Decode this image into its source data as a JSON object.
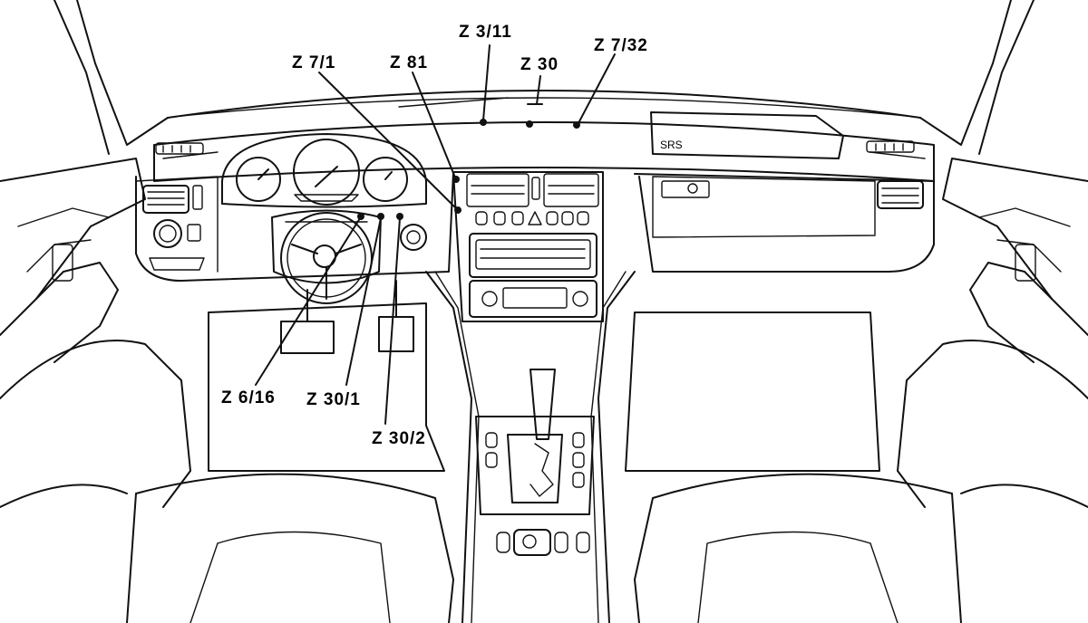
{
  "diagram": {
    "callouts": [
      {
        "id": "z3-11",
        "label": "Z 3/11"
      },
      {
        "id": "z7-32",
        "label": "Z 7/32"
      },
      {
        "id": "z30",
        "label": "Z 30"
      },
      {
        "id": "z7-1",
        "label": "Z 7/1"
      },
      {
        "id": "z81",
        "label": "Z 81"
      },
      {
        "id": "z6-16",
        "label": "Z 6/16"
      },
      {
        "id": "z30-1",
        "label": "Z 30/1"
      },
      {
        "id": "z30-2",
        "label": "Z 30/2"
      }
    ],
    "airbag_label": "SRS"
  }
}
